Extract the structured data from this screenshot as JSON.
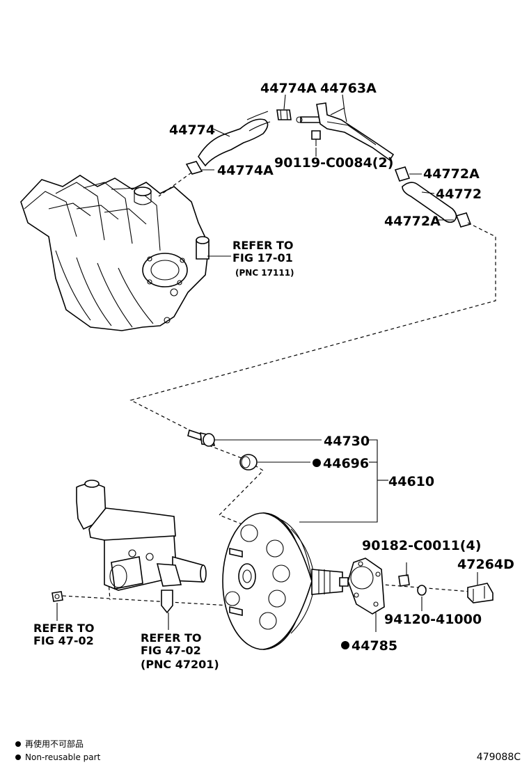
{
  "parts": {
    "p44774A_top": "44774A",
    "p44763A": "44763A",
    "p44774": "44774",
    "p90119": "90119-C0084(2)",
    "p44774A_bottom": "44774A",
    "p44772A_top": "44772A",
    "p44772": "44772",
    "p44772A_bottom": "44772A",
    "p44730": "44730",
    "p44696": "44696",
    "p44610": "44610",
    "p90182": "90182-C0011(4)",
    "p47264D": "47264D",
    "p94120": "94120-41000",
    "p44785": "44785"
  },
  "references": {
    "intake": {
      "line1": "REFER TO",
      "line2": "FIG 17-01",
      "line3": "(PNC 17111)"
    },
    "left": {
      "line1": "REFER TO",
      "line2": "FIG 47-02"
    },
    "master": {
      "line1": "REFER TO",
      "line2": "FIG 47-02",
      "line3": "(PNC 47201)"
    }
  },
  "legend": {
    "japanese": "再使用不可部品",
    "english": "Non-reusable part"
  },
  "figure_code": "479088C"
}
